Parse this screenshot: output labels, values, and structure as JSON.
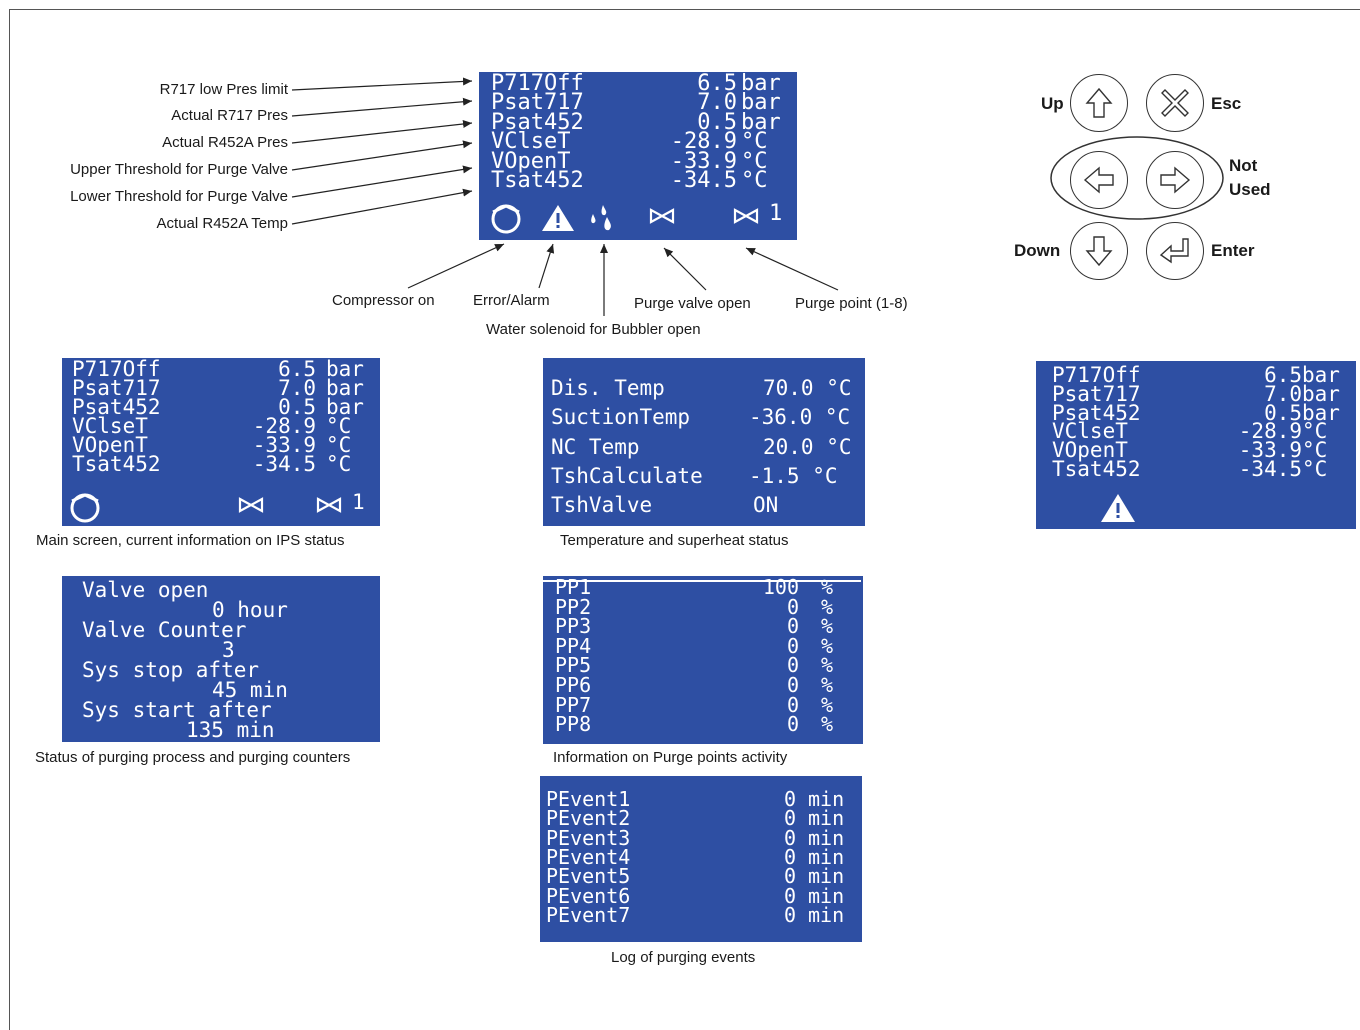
{
  "colors": {
    "lcd_bg": "#2e4fa3",
    "lcd_text": "#ffffff"
  },
  "main_lcd": {
    "rows": [
      {
        "name": "P717Off",
        "value": "6.5",
        "unit": "bar"
      },
      {
        "name": "Psat717",
        "value": "7.0",
        "unit": "bar"
      },
      {
        "name": "Psat452",
        "value": "0.5",
        "unit": "bar"
      },
      {
        "name": "VClseT",
        "value": "-28.9",
        "unit": "°C"
      },
      {
        "name": "VOpenT",
        "value": "-33.9",
        "unit": "°C"
      },
      {
        "name": "Tsat452",
        "value": "-34.5",
        "unit": "°C"
      }
    ],
    "purge_point": "1",
    "icons": [
      "compressor-icon",
      "warning-icon",
      "water-drops-icon",
      "valve-icon",
      "valve-icon"
    ]
  },
  "left_labels": [
    "R717 low Pres limit",
    "Actual R717 Pres",
    "Actual R452A Pres",
    "Upper Threshold for Purge Valve",
    "Lower Threshold for Purge Valve",
    "Actual R452A Temp"
  ],
  "bottom_labels": {
    "compressor": "Compressor on",
    "error": "Error/Alarm",
    "water": "Water solenoid for Bubbler open",
    "valve": "Purge valve open",
    "point": "Purge point (1-8)"
  },
  "keypad": {
    "up": "Up",
    "esc": "Esc",
    "not_used_1": "Not",
    "not_used_2": "Used",
    "down": "Down",
    "enter": "Enter"
  },
  "screen_main": {
    "rows": [
      {
        "name": "P717Off",
        "value": "6.5",
        "unit": "bar"
      },
      {
        "name": "Psat717",
        "value": "7.0",
        "unit": "bar"
      },
      {
        "name": "Psat452",
        "value": "0.5",
        "unit": "bar"
      },
      {
        "name": "VClseT",
        "value": "-28.9",
        "unit": "°C"
      },
      {
        "name": "VOpenT",
        "value": "-33.9",
        "unit": "°C"
      },
      {
        "name": "Tsat452",
        "value": "-34.5",
        "unit": "°C"
      }
    ],
    "purge_point": "1",
    "caption": "Main screen, current information on IPS status"
  },
  "screen_temp": {
    "rows": [
      {
        "name": "Dis. Temp",
        "value": "70.0 °C"
      },
      {
        "name": "SuctionTemp",
        "value": "-36.0 °C"
      },
      {
        "name": "NC Temp",
        "value": "20.0 °C"
      },
      {
        "name": "TshCalculate",
        "value": "-1.5 °C"
      },
      {
        "name": "TshValve",
        "value": "ON"
      }
    ],
    "caption": "Temperature and superheat status"
  },
  "screen_alarm": {
    "rows": [
      {
        "name": "P717Off",
        "value": "6.5",
        "unit": "bar"
      },
      {
        "name": "Psat717",
        "value": "7.0",
        "unit": "bar"
      },
      {
        "name": "Psat452",
        "value": "0.5",
        "unit": "bar"
      },
      {
        "name": "VClseT",
        "value": "-28.9",
        "unit": "°C"
      },
      {
        "name": "VOpenT",
        "value": "-33.9",
        "unit": "°C"
      },
      {
        "name": "Tsat452",
        "value": "-34.5",
        "unit": "°C"
      }
    ]
  },
  "screen_counters": {
    "lines": [
      "Valve open",
      "0 hour",
      "Valve Counter",
      "3",
      "Sys stop after",
      "45 min",
      "Sys start after",
      "135 min"
    ],
    "caption": "Status of purging process and purging counters"
  },
  "screen_pp": {
    "rows": [
      {
        "name": "PP1",
        "value": "100",
        "unit": "%"
      },
      {
        "name": "PP2",
        "value": "0",
        "unit": "%"
      },
      {
        "name": "PP3",
        "value": "0",
        "unit": "%"
      },
      {
        "name": "PP4",
        "value": "0",
        "unit": "%"
      },
      {
        "name": "PP5",
        "value": "0",
        "unit": "%"
      },
      {
        "name": "PP6",
        "value": "0",
        "unit": "%"
      },
      {
        "name": "PP7",
        "value": "0",
        "unit": "%"
      },
      {
        "name": "PP8",
        "value": "0",
        "unit": "%"
      }
    ],
    "caption": "Information on Purge points activity"
  },
  "screen_events": {
    "rows": [
      {
        "name": "PEvent1",
        "value": "0",
        "unit": "min"
      },
      {
        "name": "PEvent2",
        "value": "0",
        "unit": "min"
      },
      {
        "name": "PEvent3",
        "value": "0",
        "unit": "min"
      },
      {
        "name": "PEvent4",
        "value": "0",
        "unit": "min"
      },
      {
        "name": "PEvent5",
        "value": "0",
        "unit": "min"
      },
      {
        "name": "PEvent6",
        "value": "0",
        "unit": "min"
      },
      {
        "name": "PEvent7",
        "value": "0",
        "unit": "min"
      }
    ],
    "caption": "Log of purging events"
  }
}
